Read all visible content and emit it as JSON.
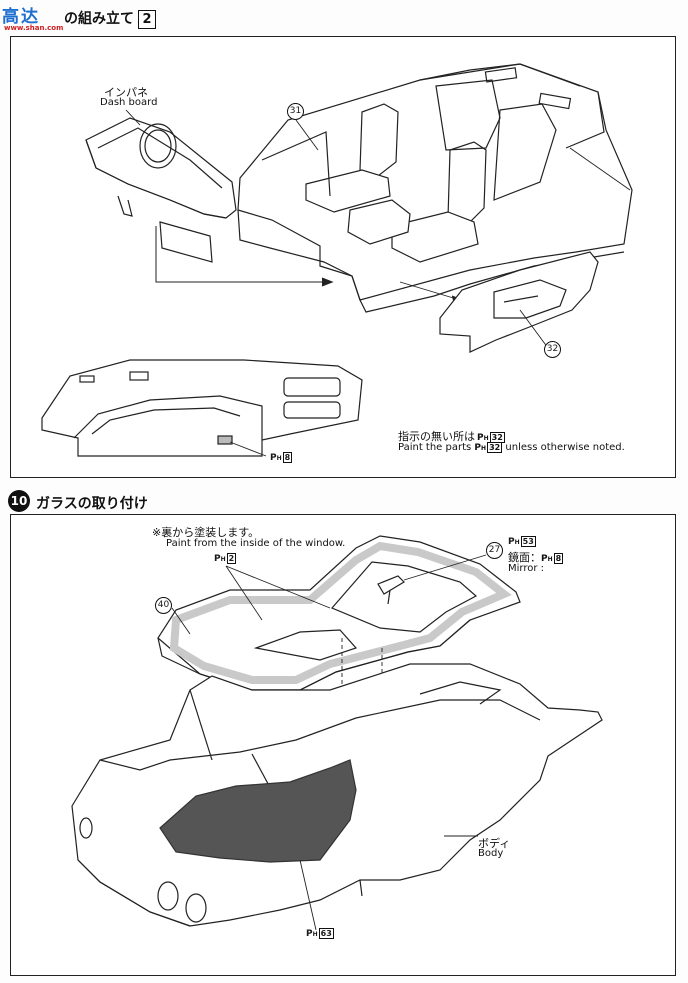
{
  "watermark": {
    "chars": "高达",
    "url": "www.shan.com"
  },
  "step_top": {
    "title": "の組み立て",
    "number": "2",
    "dash_label_jp": "インパネ",
    "dash_label_en": "Dash board",
    "part_31": "31",
    "part_32": "32",
    "paint_prefix": "P",
    "paint_sub": "H",
    "paint_8": "8",
    "note_jp": "指示の無い所は",
    "note_code": "32",
    "note_en_pre": "Paint the parts",
    "note_en_post": "unless otherwise noted."
  },
  "step_10": {
    "number": "10",
    "title": "ガラスの取り付け",
    "note_jp": "※裏から塗装します。",
    "note_en": "Paint from the inside of the window.",
    "paint_2": "2",
    "part_40": "40",
    "part_27": "27",
    "paint_53": "53",
    "mirror_jp": "鏡面：",
    "mirror_code": "8",
    "mirror_en": "Mirror :",
    "body_jp": "ボディ",
    "body_en": "Body",
    "paint_63": "63"
  },
  "colors": {
    "line": "#222222",
    "shade": "#555555",
    "glass_frame": "#c9c9c9",
    "logo_blue": "#1c6fd0",
    "logo_red": "#d02020"
  }
}
